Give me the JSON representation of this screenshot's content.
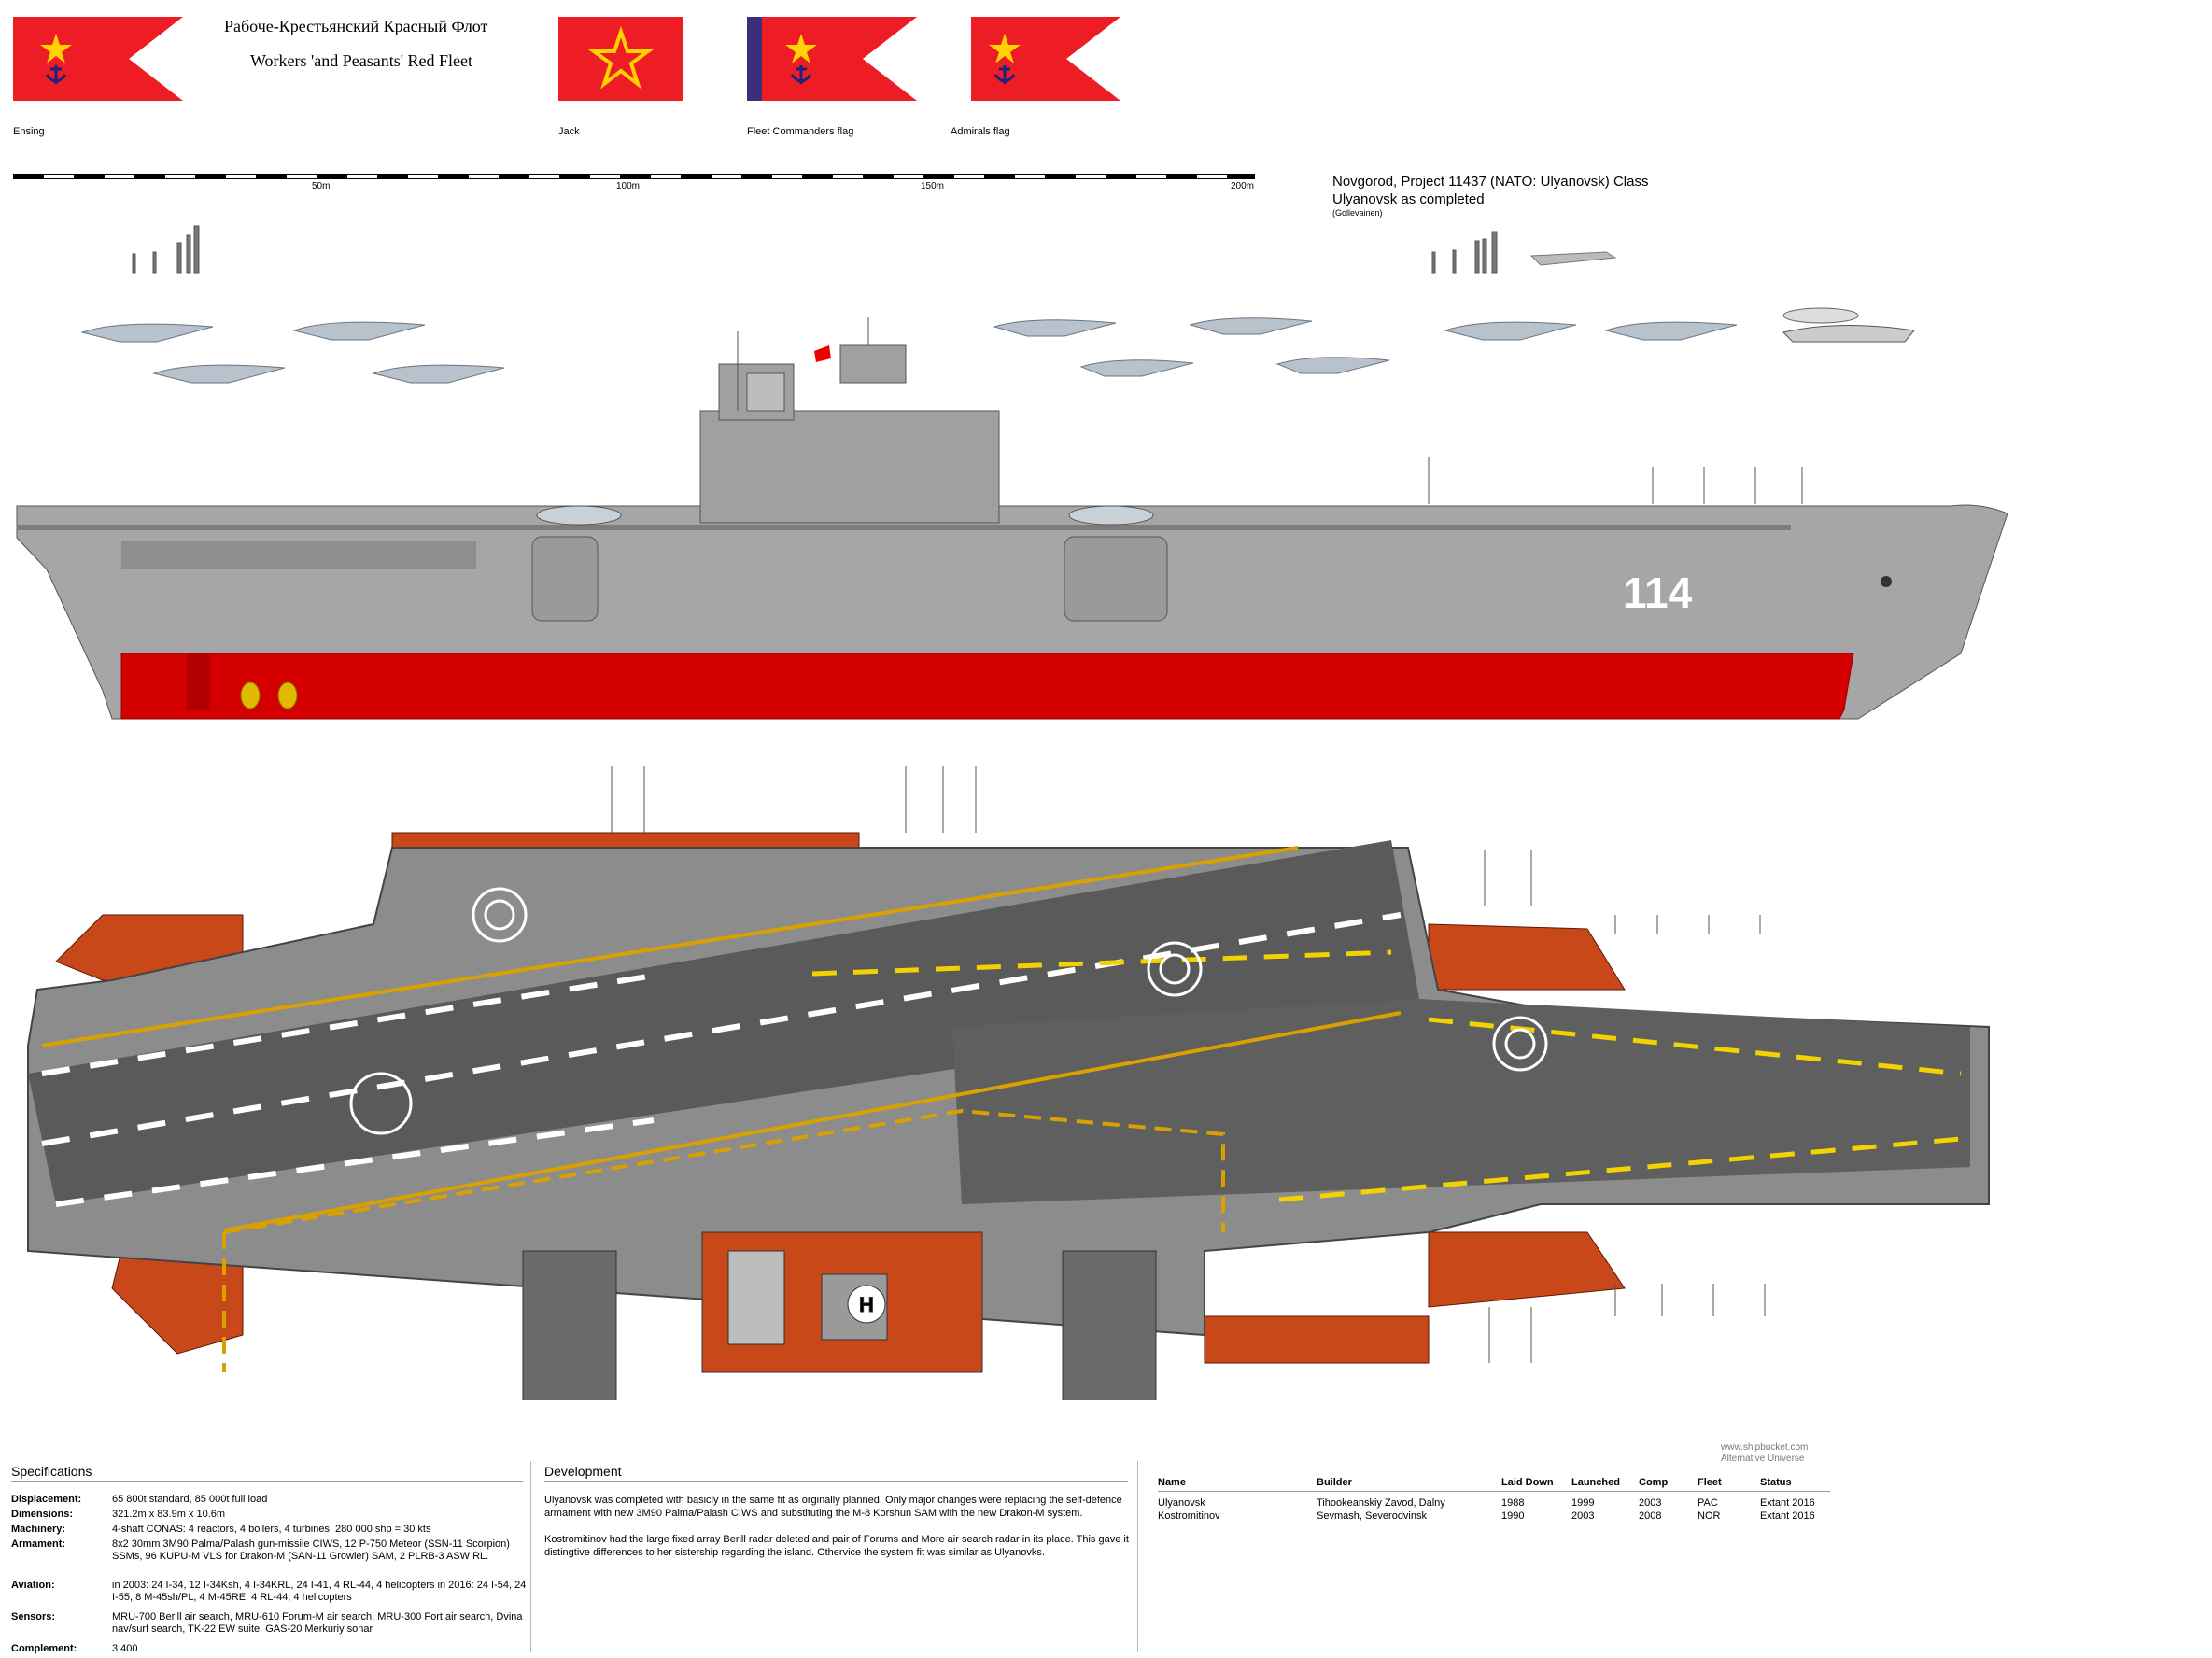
{
  "header": {
    "title_ru": "Рабоче-Крестьянский Красный Флот",
    "title_en": "Workers 'and Peasants' Red Fleet"
  },
  "flags": [
    {
      "label": "Ensing",
      "icon": "ensign-flag-icon"
    },
    {
      "label": "Jack",
      "icon": "jack-flag-icon"
    },
    {
      "label": "Fleet Commanders flag",
      "icon": "fleet-commander-flag-icon"
    },
    {
      "label": "Admirals flag",
      "icon": "admiral-flag-icon"
    }
  ],
  "scale": {
    "labels": [
      "50m",
      "100m",
      "150m",
      "200m"
    ]
  },
  "ship": {
    "title_line1": "Novgorod, Project 11437 (NATO: Ulyanovsk) Class",
    "title_line2": "Ulyanovsk as completed",
    "author": "(Gollevainen)",
    "hull_number": "114"
  },
  "colors": {
    "hull_red": "#d40000",
    "hull_grey": "#a6a6a6",
    "deck_dark": "#5a5a5a",
    "deck_light": "#8c8c8c",
    "superstructure_orange": "#c9481a",
    "deck_stripe_yellow": "#f2d200",
    "deck_stripe_amber": "#d9a100"
  },
  "specs": {
    "heading": "Specifications",
    "rows": [
      {
        "key": "Displacement:",
        "value": "65 800t standard, 85 000t full load"
      },
      {
        "key": "Dimensions:",
        "value": "321.2m x 83.9m x 10.6m"
      },
      {
        "key": "Machinery:",
        "value": "4-shaft CONAS: 4 reactors, 4 boilers, 4 turbines, 280 000 shp = 30 kts"
      },
      {
        "key": "Armament:",
        "value": "8x2 30mm 3M90 Palma/Palash gun-missile CIWS, 12 P-750 Meteor (SSN-11 Scorpion) SSMs, 96 KUPU-M VLS for Drakon-M (SAN-11 Growler) SAM, 2 PLRB-3 ASW RL."
      },
      {
        "key": "Aviation:",
        "value": "in 2003: 24 I-34, 12 I-34Ksh, 4 I-34KRL, 24 I-41, 4 RL-44, 4 helicopters in 2016: 24 I-54, 24 I-55, 8 M-45sh/PL, 4 M-45RE, 4 RL-44, 4 helicopters"
      },
      {
        "key": "Sensors:",
        "value": "MRU-700 Berill air search, MRU-610 Forum-M air search, MRU-300 Fort air search, Dvina nav/surf search, TK-22 EW suite, GAS-20 Merkuriy sonar"
      },
      {
        "key": "Complement:",
        "value": "3 400"
      }
    ]
  },
  "development": {
    "heading": "Development",
    "para1": "Ulyanovsk was completed with basicly in the same fit as orginally planned. Only major changes were replacing the self-defence armament with new 3M90 Palma/Palash CIWS and substituting the M-8 Korshun SAM with the new Drakon-M system.",
    "para2": "Kostromitinov had the large fixed array Berill radar deleted and pair of Forums and More air search radar in its place. This gave it distingtive differences to her sistership regarding the island. Othervice the system fit was similar as Ulyanovks."
  },
  "ships_table": {
    "headers": [
      "Name",
      "Builder",
      "Laid Down",
      "Launched",
      "Comp",
      "Fleet",
      "Status"
    ],
    "rows": [
      [
        "Ulyanovsk",
        "Tihookeanskiy Zavod, Dalny",
        "1988",
        "1999",
        "2003",
        "PAC",
        "Extant 2016"
      ],
      [
        "Kostromitinov",
        "Sevmash, Severodvinsk",
        "1990",
        "2003",
        "2008",
        "NOR",
        "Extant 2016"
      ]
    ]
  },
  "credit": {
    "line1": "www.shipbucket.com",
    "line2": "Alternative Universe"
  }
}
